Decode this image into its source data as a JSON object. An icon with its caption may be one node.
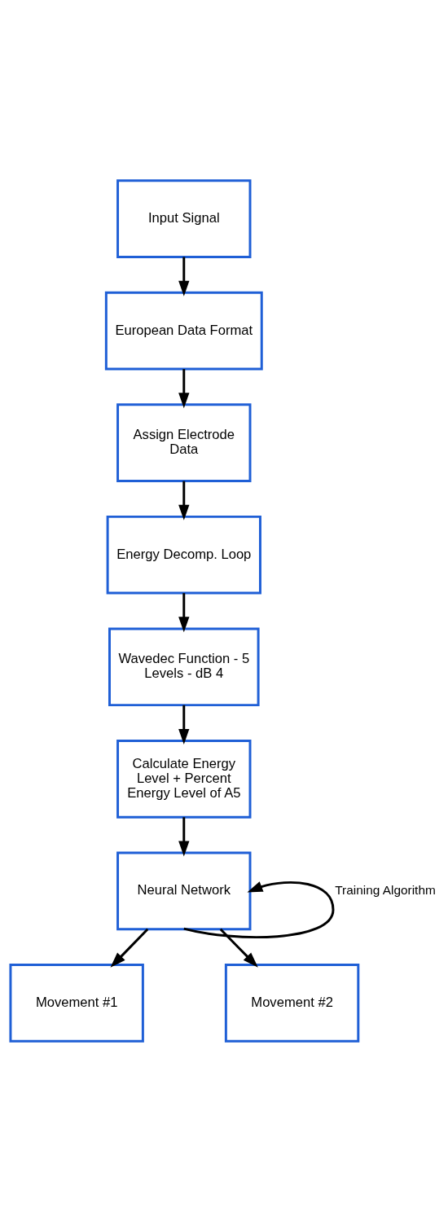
{
  "diagram": {
    "nodes": [
      {
        "text": [
          "Input Signal"
        ]
      },
      {
        "text": [
          "European Data Format"
        ]
      },
      {
        "text": [
          "Assign Electrode Data"
        ]
      },
      {
        "text": [
          "Energy Decomp. Loop"
        ]
      },
      {
        "text": [
          "Wavedec Function - 5 Levels - dB 4"
        ]
      },
      {
        "text": [
          "Calculate Energy Level + Percent Energy Level of A5"
        ]
      },
      {
        "text": [
          "Neural Network"
        ]
      },
      {
        "text": [
          "Movement #1"
        ]
      },
      {
        "text": [
          "Movement #2"
        ]
      }
    ],
    "edges": [
      {
        "from": 0,
        "to": 1,
        "arrow": "to"
      },
      {
        "from": 1,
        "to": 2,
        "arrow": "to"
      },
      {
        "from": 2,
        "to": 3,
        "arrow": "to"
      },
      {
        "from": 3,
        "to": 4,
        "arrow": "to"
      },
      {
        "from": 4,
        "to": 5,
        "arrow": "to"
      },
      {
        "from": 5,
        "to": 6,
        "arrow": "to"
      },
      {
        "from": 6,
        "to": 6,
        "arrow": "to",
        "label": "Training Algorithm"
      },
      {
        "from": 6,
        "to": 7,
        "arrow": "to"
      },
      {
        "from": 6,
        "to": 8,
        "arrow": "to"
      }
    ]
  }
}
